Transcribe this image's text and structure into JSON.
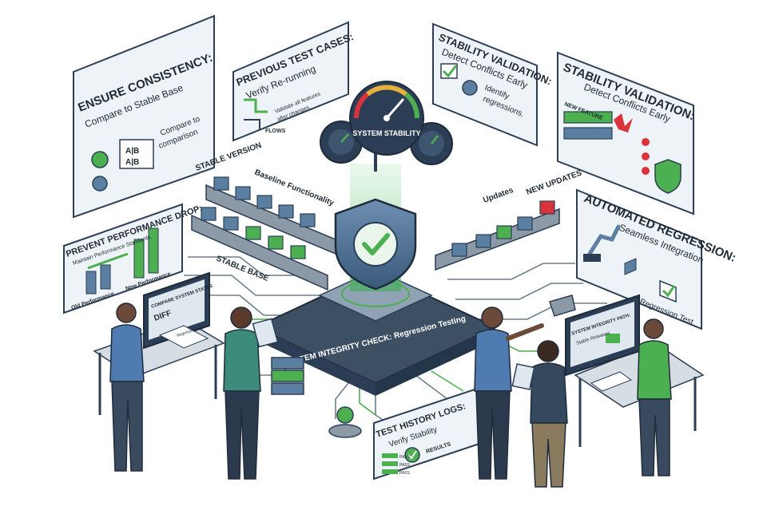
{
  "center": {
    "gauge_label": "SYSTEM STABILITY",
    "platform_label": "SYSTEM INTEGRITY CHECK: Regression Testing"
  },
  "panels": {
    "consistency": {
      "title": "ENSURE CONSISTENCY:",
      "subtitle": "Compare to Stable Base",
      "ab_top": "A|B",
      "ab_bottom": "A|B",
      "side_1": "Compare to",
      "side_2": "comparison"
    },
    "previous": {
      "title": "PREVIOUS TEST CASES:",
      "subtitle": "Verify Re-running",
      "text_1": "Validate all features",
      "text_2": "after changes.",
      "flows": "FLOWS"
    },
    "stability_a": {
      "title": "STABILITY VALIDATION:",
      "subtitle": "Detect Conflicts Early",
      "text_1": "Identify",
      "text_2": "regressions."
    },
    "stability_b": {
      "title": "STABILITY VALIDATION:",
      "subtitle": "Detect Conflicts Early",
      "new_feature": "NEW FEATURE"
    },
    "performance": {
      "title": "PREVENT PERFORMANCE DROP:",
      "subtitle": "Maintain Performance Standards.",
      "old": "Old Performance",
      "new": "New Performance"
    },
    "automated": {
      "title": "AUTOMATED REGRESSION:",
      "subtitle": "Seamless Integration",
      "test": "Regression Test"
    },
    "history": {
      "title": "TEST HISTORY LOGS:",
      "subtitle": "Verify Stability",
      "pass_1": "PASS",
      "pass_2": "PASS",
      "pass_3": "PASS",
      "results": "RESULTS"
    }
  },
  "conveyor": {
    "stable_version": "STABLE VERSION",
    "baseline": "Baseline Functionality",
    "stable_base": "STABLE BASE",
    "updates": "Updates",
    "new_updates": "NEW UPDATES"
  },
  "screens": {
    "left_monitor": "COMPARE SYSTEM STATES",
    "left_diff": "DIFF",
    "left_doc": "Regression Log",
    "right_monitor_1": "SYSTEM INTEGRITY PATH:",
    "right_monitor_2": "Stable Releases"
  },
  "colors": {
    "accent_green": "#4caf50",
    "navy": "#2c3e55",
    "alert_red": "#d9333b",
    "panel_bg": "#eef3f7",
    "block_blue": "#5a7fa0"
  }
}
